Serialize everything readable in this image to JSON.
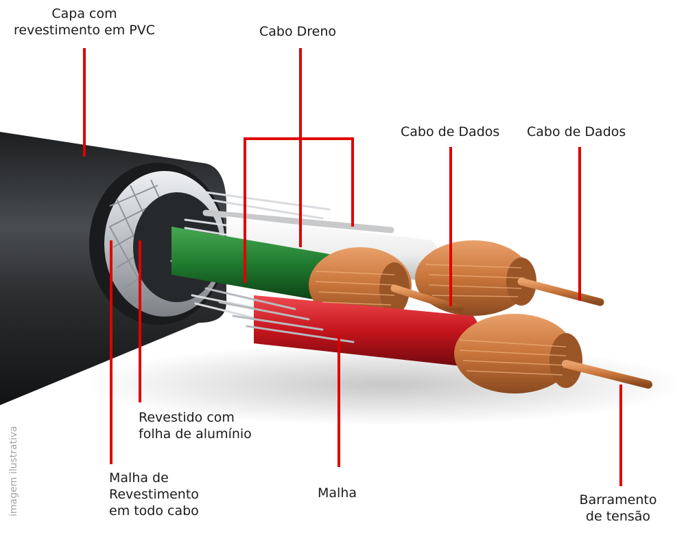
{
  "labels": {
    "pvc_jacket": [
      "Capa com",
      "revestimento em PVC"
    ],
    "drain_wire": "Cabo Dreno",
    "data_wire_1": "Cabo de Dados",
    "data_wire_2": "Cabo de Dados",
    "foil_shield": [
      "Revestido com",
      "folha de alumínio"
    ],
    "overall_braid": [
      "Malha de",
      "Revestimento",
      "em todo cabo"
    ],
    "braid": "Malha",
    "power_bus": [
      "Barramento",
      "de tensão"
    ]
  },
  "watermark": "imagem ilustrativa",
  "colors": {
    "leader": "#e00000",
    "jacket": "#2b2d2f",
    "copper": "#c8743a",
    "green_wire": "#1f7a2e",
    "white_wire": "#f2f2f2",
    "red_wire": "#c4141c",
    "braid": "#c9ccd0"
  }
}
